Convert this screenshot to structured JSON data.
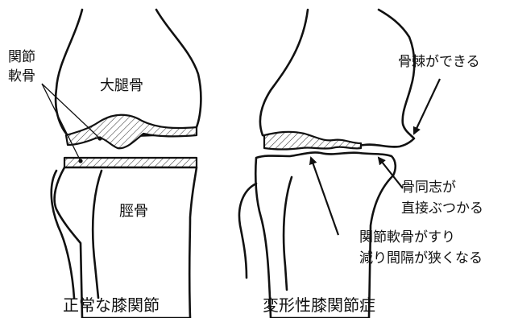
{
  "normal_knee": {
    "label_cartilage_line1": "関節",
    "label_cartilage_line2": "軟骨",
    "label_femur": "大腿骨",
    "label_tibia": "脛骨",
    "caption": "正常な膝関節"
  },
  "arthritic_knee": {
    "label_spur": "骨棘ができる",
    "label_bone_contact_line1": "骨同志が",
    "label_bone_contact_line2": "直接ぶつかる",
    "label_cartilage_wear_line1": "関節軟骨がすり",
    "label_cartilage_wear_line2": "減り間隔が狭くなる",
    "caption": "変形性膝関節症"
  }
}
